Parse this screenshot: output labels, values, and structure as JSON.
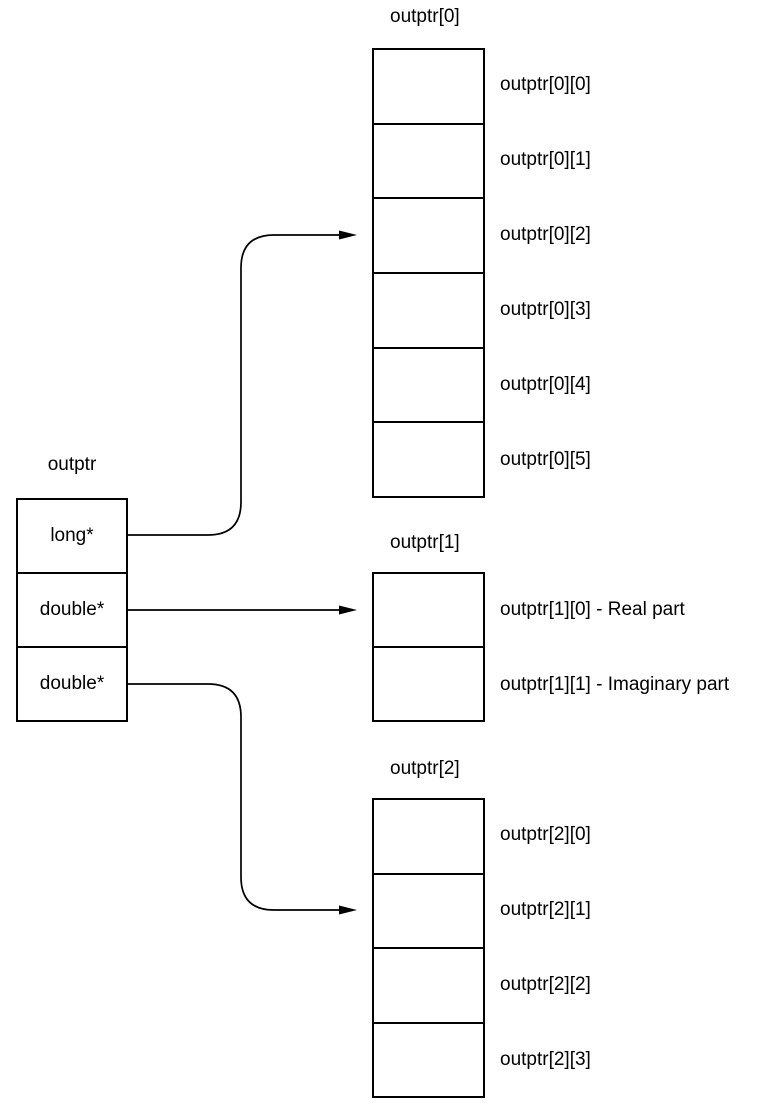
{
  "diagram": {
    "background_color": "#ffffff",
    "line_color": "#000000",
    "pointer_struct": {
      "title": "outptr",
      "cells": [
        "long*",
        "double*",
        "double*"
      ]
    },
    "arrays": [
      {
        "title": "outptr[0]",
        "cell_labels": [
          "outptr[0][0]",
          "outptr[0][1]",
          "outptr[0][2]",
          "outptr[0][3]",
          "outptr[0][4]",
          "outptr[0][5]"
        ]
      },
      {
        "title": "outptr[1]",
        "cell_labels": [
          "outptr[1][0] - Real part",
          "outptr[1][1] - Imaginary part"
        ]
      },
      {
        "title": "outptr[2]",
        "cell_labels": [
          "outptr[2][0]",
          "outptr[2][1]",
          "outptr[2][2]",
          "outptr[2][3]"
        ]
      }
    ],
    "arrows": [
      {
        "from": "outptr row long*",
        "to": "outptr[0]"
      },
      {
        "from": "outptr row 1 double*",
        "to": "outptr[1]"
      },
      {
        "from": "outptr row 2 double*",
        "to": "outptr[2]"
      }
    ]
  }
}
